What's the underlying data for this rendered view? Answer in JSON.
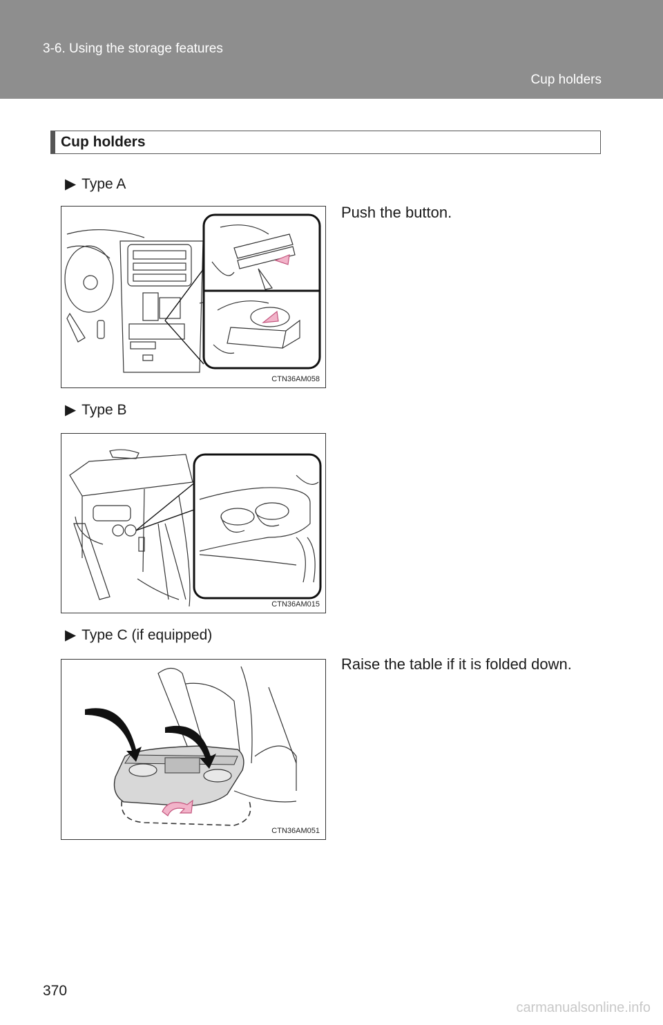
{
  "header": {
    "chapter": "3-6. Using the storage features",
    "section": "Cup holders"
  },
  "section_title": "Cup holders",
  "types": [
    {
      "label": "Type A",
      "figure_code": "CTN36AM058",
      "instruction": "Push the button."
    },
    {
      "label": "Type B",
      "figure_code": "CTN36AM015",
      "instruction": ""
    },
    {
      "label": "Type C (if equipped)",
      "figure_code": "CTN36AM051",
      "instruction": "Raise the table if it is folded down."
    }
  ],
  "page_number": "370",
  "watermark": "carmanualsonline.info",
  "arrow_glyph": "▶"
}
